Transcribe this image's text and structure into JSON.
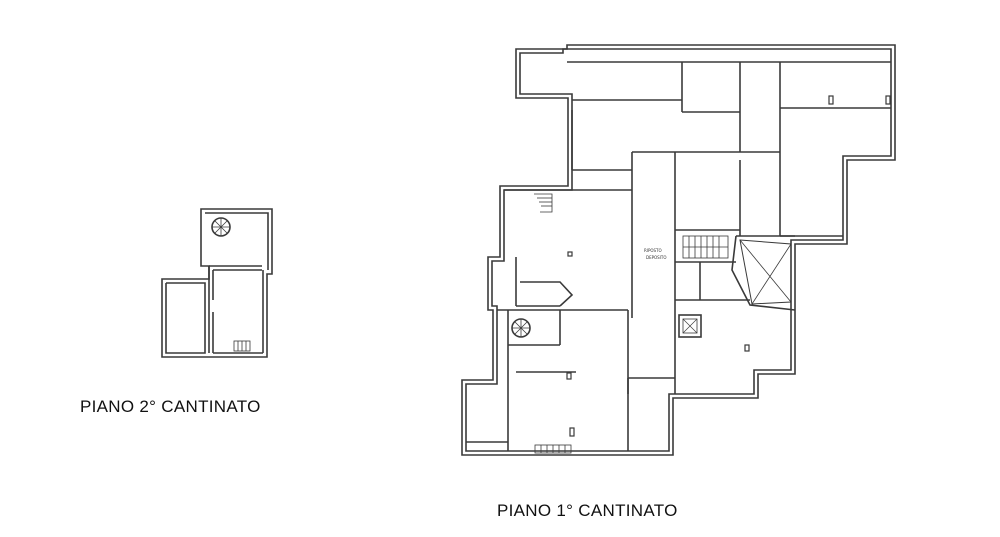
{
  "labels": {
    "plan_second_basement": "PIANO 2° CANTINATO",
    "plan_first_basement": "PIANO 1° CANTINATO",
    "room_tag_line1": "RIPOSTO",
    "room_tag_line2": "DEPOSITO"
  },
  "colors": {
    "background": "#ffffff",
    "wall": "#3a3a3a",
    "ink": "#111111"
  },
  "icons": [
    "spiral-staircase-icon",
    "straight-staircase-icon",
    "elevator-shaft-icon",
    "void-cross-icon"
  ]
}
